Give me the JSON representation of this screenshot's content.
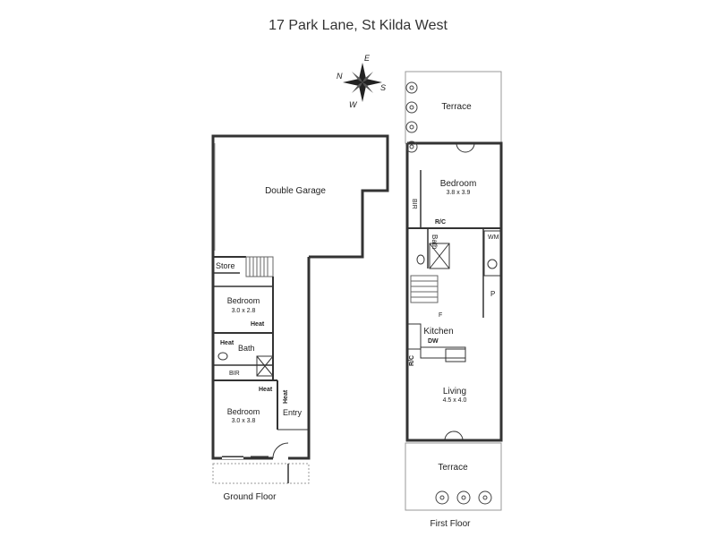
{
  "title": "17 Park Lane, St Kilda West",
  "compass": {
    "n": "N",
    "e": "E",
    "s": "S",
    "w": "W"
  },
  "ground_floor": {
    "caption": "Ground Floor",
    "double_garage": "Double Garage",
    "store": "Store",
    "bedroom1": {
      "name": "Bedroom",
      "dims": "3.0 x 2.8"
    },
    "heat1": "Heat",
    "heat2": "Heat",
    "heat3": "Heat",
    "heat4": "Heat",
    "bath": "Bath",
    "bir": "BIR",
    "bedroom2": {
      "name": "Bedroom",
      "dims": "3.0 x 3.8"
    },
    "entry": "Entry"
  },
  "first_floor": {
    "caption": "First Floor",
    "terrace_top": "Terrace",
    "bedroom": {
      "name": "Bedroom",
      "dims": "3.8 x 3.9"
    },
    "bir": "BIR",
    "rc1": "R/C",
    "bath": "Bath",
    "wm": "WM",
    "p": "P",
    "f": "F",
    "kitchen": "Kitchen",
    "dw": "DW",
    "rc2": "R/C",
    "living": {
      "name": "Living",
      "dims": "4.5 x 4.0"
    },
    "terrace_bottom": "Terrace"
  }
}
